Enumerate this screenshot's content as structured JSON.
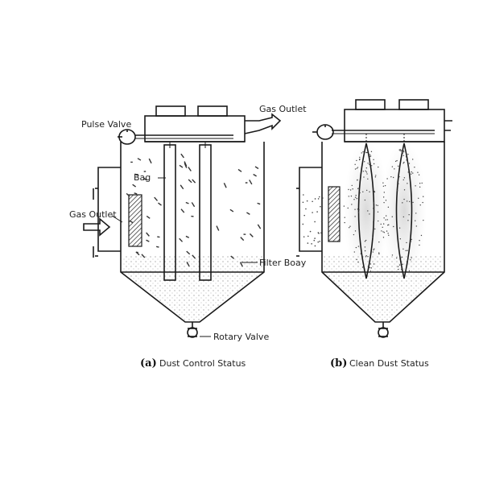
{
  "panel_a": {
    "labels": {
      "gas_outlet_top": "Gas Outlet",
      "pulse_valve": "Pulse Valve",
      "bag": "Bag",
      "gas_outlet_side": "Gas Outlet",
      "filter_body": "Filter Boay",
      "rotary_valve": "Rotary Valve"
    },
    "caption_letter": "(a)",
    "caption_text": "Dust Control Status"
  },
  "panel_b": {
    "caption_letter": "(b)",
    "caption_text": "Clean Dust Status"
  }
}
